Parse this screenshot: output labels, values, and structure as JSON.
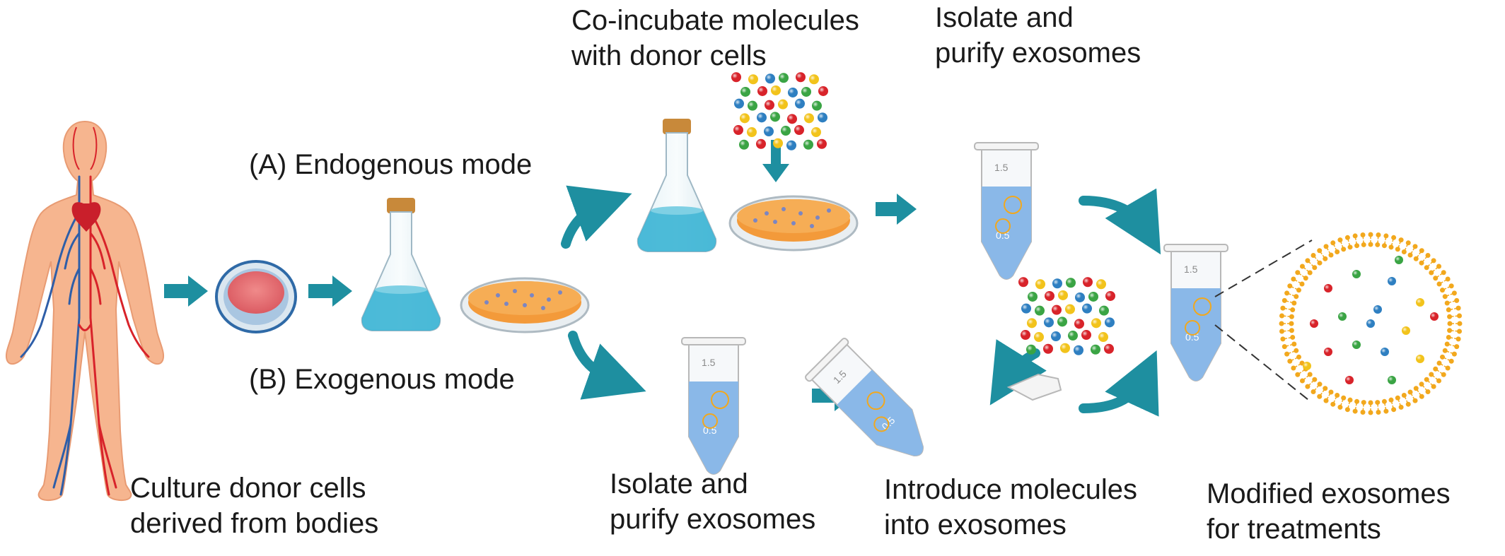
{
  "labels": {
    "endogenous_mode": "(A) Endogenous mode",
    "exogenous_mode": "(B) Exogenous mode",
    "coincubate": [
      "Co-incubate molecules",
      "with donor cells"
    ],
    "isolate_top": [
      "Isolate and",
      "purify exosomes"
    ],
    "isolate_bottom": [
      "Isolate and",
      "purify exosomes"
    ],
    "introduce": [
      "Introduce molecules",
      "into exosomes"
    ],
    "culture": [
      "Culture donor cells",
      "derived from bodies"
    ],
    "modified": [
      "Modified exosomes",
      "for treatments"
    ]
  },
  "tube_marks": {
    "upper": "1.5",
    "lower": "0.5"
  },
  "colors": {
    "arrow": "#1e8fa0",
    "body": "#f6b58f",
    "artery": "#d8232a",
    "vein": "#2e5ea8",
    "flask_liquid": "#3ab4d4",
    "culture_medium": "#f39a3a",
    "cork": "#c8893a",
    "tube_liquid": "#8ab8e8",
    "membrane": "#f2a81d"
  },
  "icons": [
    "human-body-icon",
    "cell-icon",
    "flask-icon",
    "petri-dish-icon",
    "microtube-icon",
    "molecules-icon",
    "exosome-icon"
  ]
}
